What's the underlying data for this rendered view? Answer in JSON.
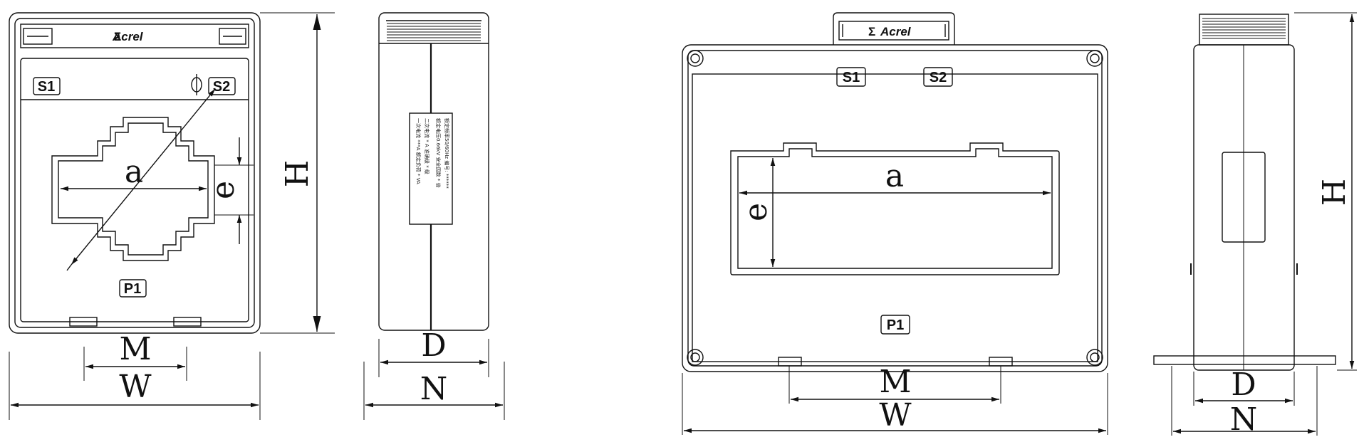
{
  "brand": "Acrel",
  "terminals": {
    "s1": "S1",
    "s2": "S2",
    "p1": "P1"
  },
  "dimensions": {
    "a": "a",
    "e": "e",
    "H": "H",
    "M": "M",
    "W": "W",
    "D": "D",
    "N": "N",
    "phi": "Φ"
  },
  "nameplate": {
    "lines": [
      "一次电流 ***A   额定负荷 * VA",
      "二次电流 * A   准确级 * 级",
      "额定电压0.66kV  安全因数 * 倍",
      "额定频率50/60Hz  编号: ******"
    ]
  }
}
